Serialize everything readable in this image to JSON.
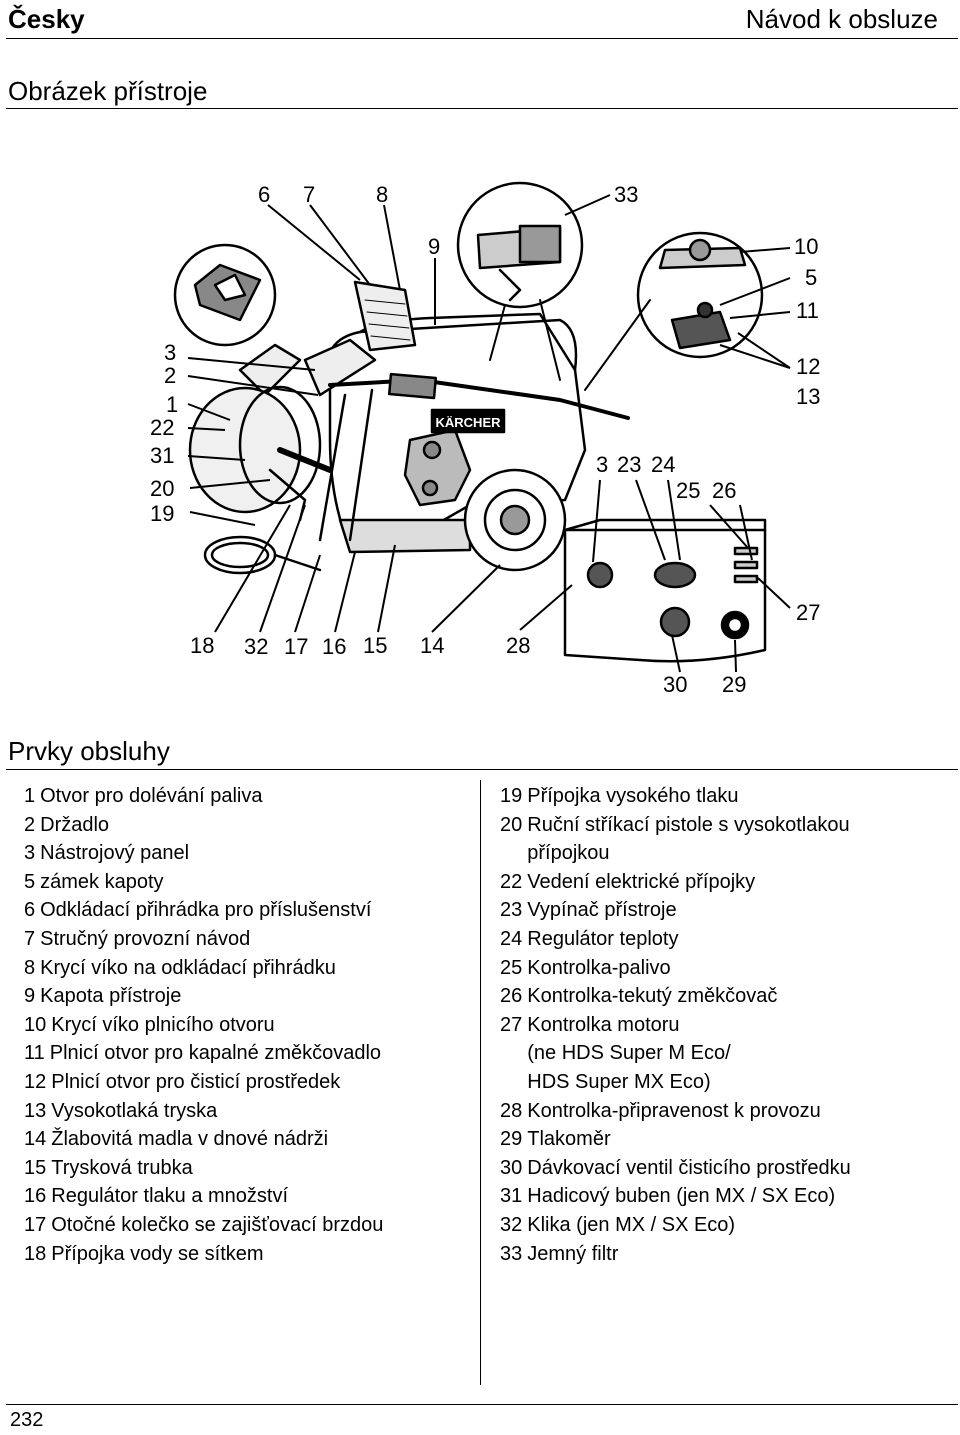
{
  "header": {
    "language": "Česky",
    "manual_title": "Návod k obsluze"
  },
  "section_figure": {
    "title": "Obrázek přístroje"
  },
  "figure_callouts": {
    "c1": "1",
    "c2": "2",
    "c3": "3",
    "c5": "5",
    "c6": "6",
    "c7": "7",
    "c8": "8",
    "c9": "9",
    "c10": "10",
    "c11": "11",
    "c12": "12",
    "c13": "13",
    "c14": "14",
    "c15": "15",
    "c16": "16",
    "c17": "17",
    "c18": "18",
    "c19": "19",
    "c20": "20",
    "c22": "22",
    "c24": "24",
    "c25": "25",
    "c26": "26",
    "c27": "27",
    "c28": "28",
    "c29": "29",
    "c30": "30",
    "c31": "31",
    "c32": "32",
    "c33": "33",
    "c3b": "3",
    "c23": "23",
    "brand": "KÄRCHER"
  },
  "section_controls": {
    "title": "Prvky obsluhy"
  },
  "controls_left": [
    {
      "num": "1",
      "text": "Otvor pro dolévání paliva"
    },
    {
      "num": "2",
      "text": "Držadlo"
    },
    {
      "num": "3",
      "text": "Nástrojový panel"
    },
    {
      "num": "5",
      "text": "zámek kapoty"
    },
    {
      "num": "6",
      "text": "Odkládací přihrádka pro příslušenství"
    },
    {
      "num": "7",
      "text": "Stručný provozní návod"
    },
    {
      "num": "8",
      "text": "Krycí víko na odkládací přihrádku"
    },
    {
      "num": "9",
      "text": "Kapota přístroje"
    },
    {
      "num": "10",
      "text": "Krycí víko plnicího otvoru"
    },
    {
      "num": "11",
      "text": "Plnicí otvor pro kapalné změkčovadlo"
    },
    {
      "num": "12",
      "text": "Plnicí otvor pro čisticí prostředek"
    },
    {
      "num": "13",
      "text": "Vysokotlaká tryska"
    },
    {
      "num": "14",
      "text": "Žlabovitá madla v dnové nádrži"
    },
    {
      "num": "15",
      "text": "Trysková trubka"
    },
    {
      "num": "16",
      "text": "Regulátor tlaku a množství"
    },
    {
      "num": "17",
      "text": "Otočné kolečko se zajišťovací brzdou"
    },
    {
      "num": "18",
      "text": "Přípojka vody se sítkem"
    }
  ],
  "controls_right": [
    {
      "num": "19",
      "text": "Přípojka vysokého tlaku"
    },
    {
      "num": "20",
      "text": "Ruční stříkací pistole s vysokotlakou",
      "cont": [
        "přípojkou"
      ]
    },
    {
      "num": "22",
      "text": "Vedení elektrické přípojky"
    },
    {
      "num": "23",
      "text": "Vypínač přístroje"
    },
    {
      "num": "24",
      "text": "Regulátor teploty"
    },
    {
      "num": "25",
      "text": "Kontrolka-palivo"
    },
    {
      "num": "26",
      "text": "Kontrolka-tekutý změkčovač"
    },
    {
      "num": "27",
      "text": "Kontrolka motoru",
      "cont": [
        "(ne HDS Super M Eco/",
        "HDS Super MX Eco)"
      ]
    },
    {
      "num": "28",
      "text": "Kontrolka-připravenost k provozu"
    },
    {
      "num": "29",
      "text": "Tlakoměr"
    },
    {
      "num": "30",
      "text": "Dávkovací ventil čisticího prostředku"
    },
    {
      "num": "31",
      "text": "Hadicový buben (jen MX / SX Eco)"
    },
    {
      "num": "32",
      "text": "Klika (jen MX / SX Eco)"
    },
    {
      "num": "33",
      "text": "Jemný filtr"
    }
  ],
  "footer": {
    "page_number": "232"
  }
}
